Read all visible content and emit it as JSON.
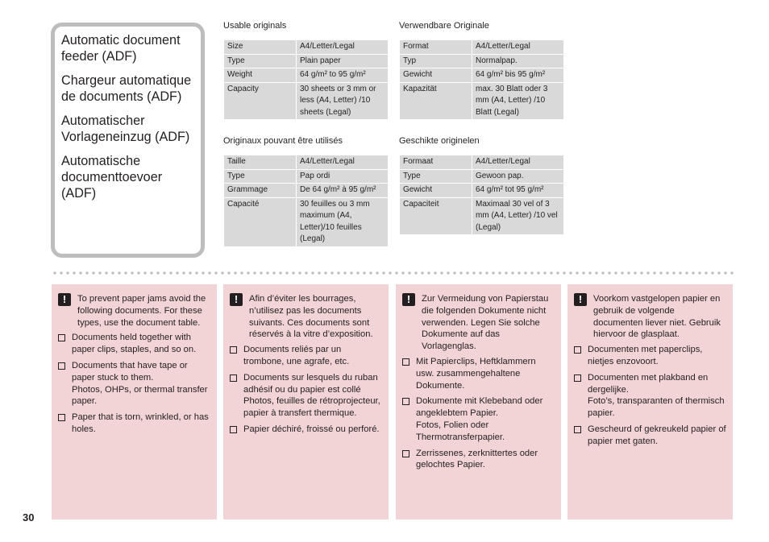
{
  "title_box": {
    "items": [
      "Automatic document feeder (ADF)",
      "Chargeur automatique de documents (ADF)",
      "Automatischer Vorlageneinzug (ADF)",
      "Automatische documenttoevoer (ADF)"
    ]
  },
  "specs": [
    {
      "heading": "Usable originals",
      "rows": [
        [
          "Size",
          "A4/Letter/Legal"
        ],
        [
          "Type",
          "Plain paper"
        ],
        [
          "Weight",
          "64 g/m² to 95 g/m²"
        ],
        [
          "Capacity",
          "30 sheets or 3 mm or less (A4, Letter) /10 sheets (Legal)"
        ]
      ]
    },
    {
      "heading": "Verwendbare Originale",
      "rows": [
        [
          "Format",
          "A4/Letter/Legal"
        ],
        [
          "Typ",
          "Normalpap."
        ],
        [
          "Gewicht",
          "64 g/m² bis 95 g/m²"
        ],
        [
          "Kapazität",
          "max. 30 Blatt oder 3 mm (A4, Letter) /10 Blatt (Legal)"
        ]
      ]
    },
    {
      "heading": "Originaux pouvant être utilisés",
      "rows": [
        [
          "Taille",
          "A4/Letter/Legal"
        ],
        [
          "Type",
          "Pap ordi"
        ],
        [
          "Grammage",
          "De 64 g/m² à 95 g/m²"
        ],
        [
          "Capacité",
          "30 feuilles ou 3 mm maximum (A4, Letter)/10 feuilles (Legal)"
        ]
      ]
    },
    {
      "heading": "Geschikte originelen",
      "rows": [
        [
          "Formaat",
          "A4/Letter/Legal"
        ],
        [
          "Type",
          "Gewoon pap."
        ],
        [
          "Gewicht",
          "64 g/m² tot 95 g/m²"
        ],
        [
          "Capaciteit",
          "Maximaal 30 vel of 3 mm (A4, Letter) /10 vel (Legal)"
        ]
      ]
    }
  ],
  "notes": [
    {
      "caution": "To prevent paper jams avoid the following documents. For these types, use the document table.",
      "bullets": [
        "Documents held together with paper clips, staples, and so on.",
        "Documents that have tape or paper stuck to them.\nPhotos, OHPs, or thermal transfer paper.",
        "Paper that is torn, wrinkled, or has holes."
      ]
    },
    {
      "caution": "Afin d’éviter les bourrages, n’utilisez pas les documents suivants. Ces documents sont réservés à la vitre d’exposition.",
      "bullets": [
        "Documents reliés par un trombone, une agrafe, etc.",
        "Documents sur lesquels du ruban adhésif ou du papier est collé\nPhotos, feuilles de rétroprojecteur, papier à transfert thermique.",
        "Papier déchiré, froissé ou perforé."
      ]
    },
    {
      "caution": "Zur Vermeidung von Papierstau die folgenden Dokumente nicht verwenden. Legen Sie solche Dokumente auf das Vorlagenglas.",
      "bullets": [
        "Mit Papierclips, Heftklammern usw. zusammengehaltene Dokumente.",
        "Dokumente mit Klebeband oder angeklebtem Papier.\nFotos, Folien oder Thermotransferpapier.",
        "Zerrissenes, zerknittertes oder gelochtes Papier."
      ]
    },
    {
      "caution": "Voorkom vastgelopen papier en gebruik de volgende documenten liever niet. Gebruik hiervoor de glasplaat.",
      "bullets": [
        "Documenten met paperclips, nietjes enzovoort.",
        "Documenten met plakband en dergelijke.\nFoto’s, transparanten of thermisch papier.",
        "Gescheurd of gekreukeld papier of papier met gaten."
      ]
    }
  ],
  "caution_icon": "!",
  "page_number": "30"
}
